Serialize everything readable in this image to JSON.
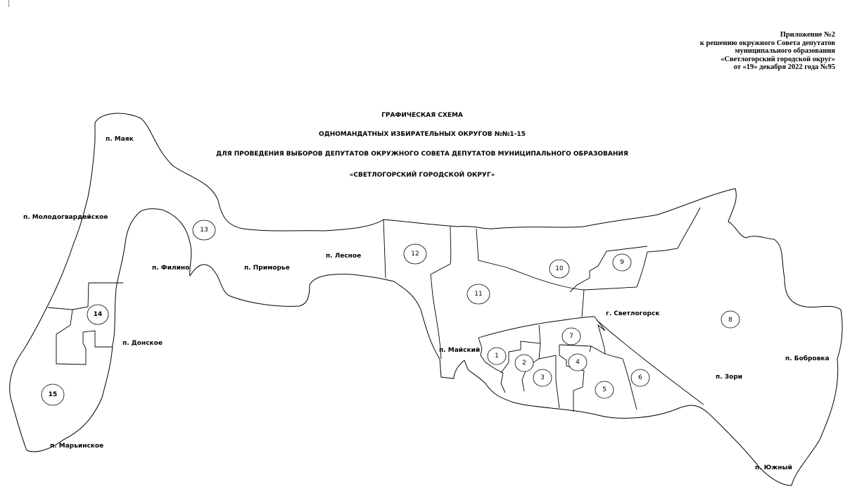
{
  "appendix": {
    "line1": "Приложение №2",
    "line2": "к решению окружного Совета депутатов",
    "line3": "муниципального образования",
    "line4": "«Светлогорский городской округ»",
    "line5": "от «19» декабря 2022 года №95"
  },
  "title": {
    "line1": "ГРАФИЧЕСКАЯ СХЕМА",
    "line2": "ОДНОМАНДАТНЫХ ИЗБИРАТЕЛЬНЫХ ОКРУГОВ №№1-15",
    "line3": "ДЛЯ ПРОВЕДЕНИЯ ВЫБОРОВ ДЕПУТАТОВ ОКРУЖНОГО СОВЕТА ДЕПУТАТОВ МУНИЦИПАЛЬНОГО ОБРАЗОВАНИЯ",
    "line4": "«СВЕТЛОГОРСКИЙ ГОРОДСКОЙ ОКРУГ»"
  },
  "districts": [
    "1",
    "2",
    "3",
    "4",
    "5",
    "6",
    "7",
    "8",
    "9",
    "10",
    "11",
    "12",
    "13",
    "14",
    "15"
  ],
  "places": {
    "mayak": "п. Маяк",
    "molodogvardeyskoe": "п. Молодогвардейское",
    "filino": "п. Филино",
    "primorye": "п. Приморье",
    "lesnoe": "п. Лесное",
    "donskoe": "п. Донское",
    "marinskoe": "п. Марьинское",
    "mayskiy": "п. Майский",
    "svetlogorsk": "г. Светлогорск",
    "zori": "п. Зори",
    "bobrovka": "п. Бобровка",
    "yuzhny": "п. Южный"
  }
}
